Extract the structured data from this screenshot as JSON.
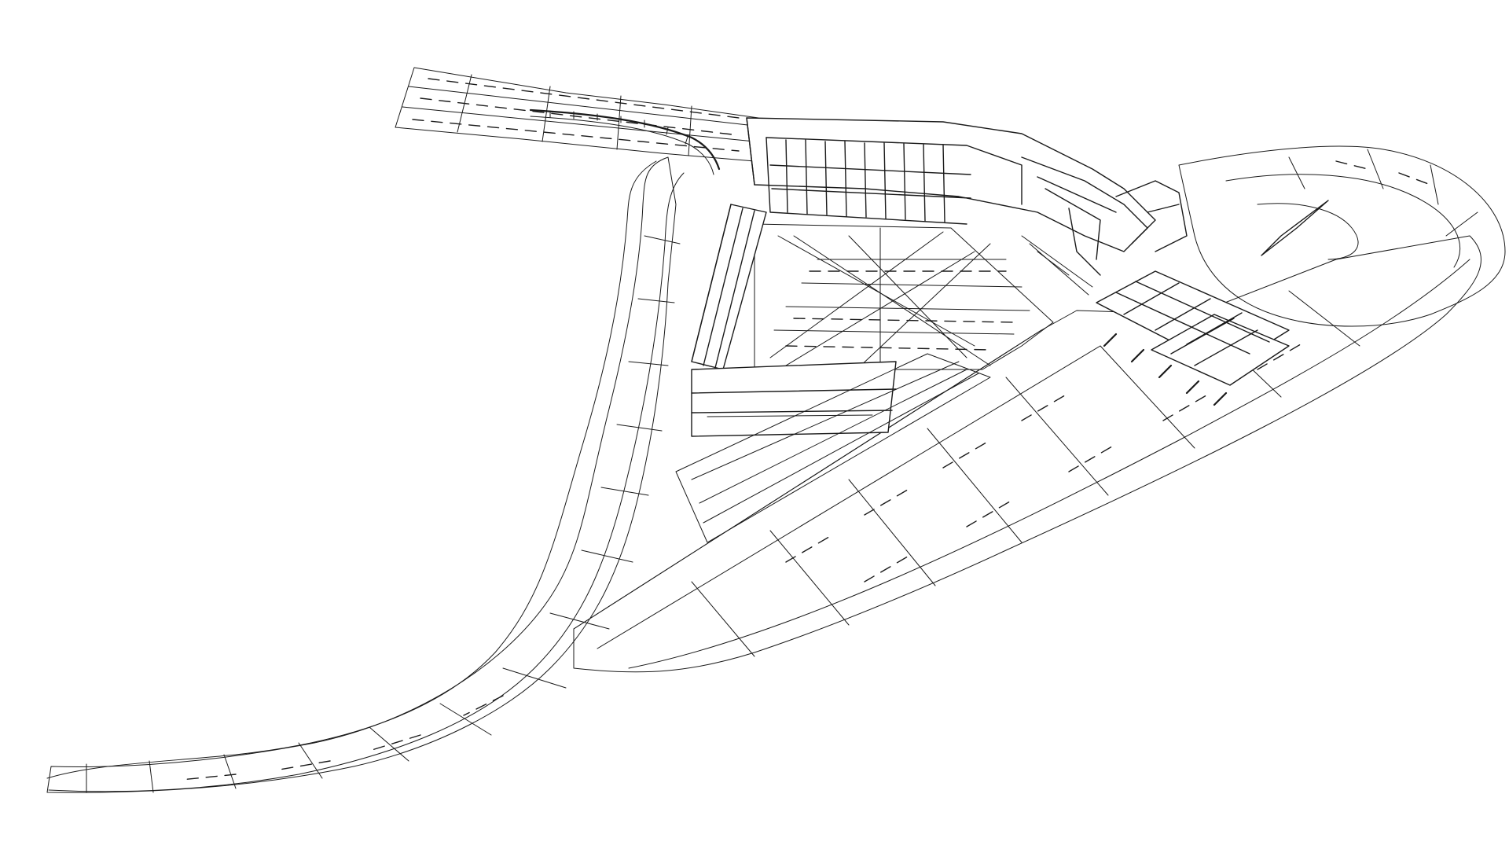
{
  "drawing": {
    "line_color": "#1a1a1a",
    "background_color": "#ffffff",
    "components": [
      {
        "id": "highway-upper",
        "icon": "road-segment-icon"
      },
      {
        "id": "highway-curve-left",
        "icon": "road-curve-icon"
      },
      {
        "id": "highway-lower-right",
        "icon": "road-segment-icon"
      },
      {
        "id": "east-loop",
        "icon": "road-loop-icon"
      },
      {
        "id": "station-building",
        "icon": "building-icon"
      },
      {
        "id": "parking-lot",
        "icon": "parking-icon"
      },
      {
        "id": "bus-canopy",
        "icon": "canopy-icon"
      },
      {
        "id": "footbridge",
        "icon": "bridge-icon"
      }
    ]
  }
}
